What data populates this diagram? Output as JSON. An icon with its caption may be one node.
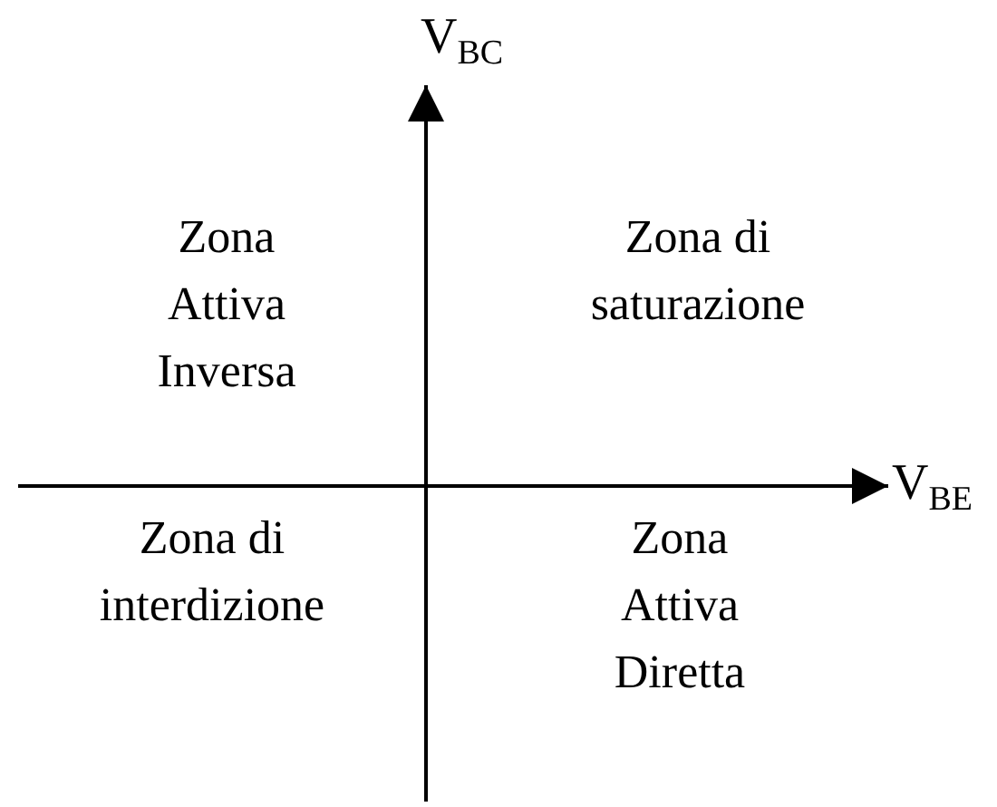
{
  "diagram": {
    "labels": [
      "V$_{BC}$",
      "Zona Attiva Inversa",
      "Zona di saturazione",
      "V$_{BE}$",
      "Zona di interdizione",
      "Zona Attiva Diretta"
    ]
  }
}
